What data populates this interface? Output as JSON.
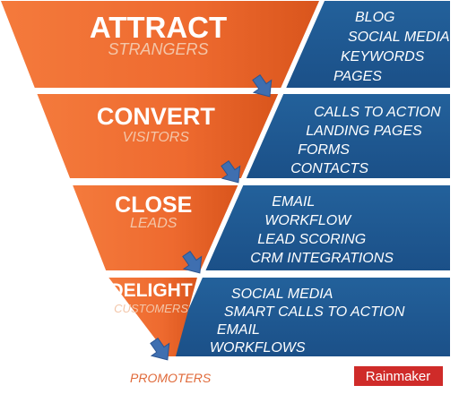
{
  "colors": {
    "orange": "#ee6a2f",
    "orange_dark": "#d9551c",
    "blue": "#1f5a92",
    "blue_dark": "#184a7a",
    "arrow": "#3f6fb0",
    "brand_bg": "#cf2b29",
    "footer": "#e06a3a"
  },
  "stages": [
    {
      "title": "ATTRACT",
      "subtitle": "STRANGERS",
      "items": [
        "BLOG",
        "SOCIAL MEDIA",
        "KEYWORDS",
        "PAGES"
      ]
    },
    {
      "title": "CONVERT",
      "subtitle": "VISITORS",
      "items": [
        "CALLS TO ACTION",
        "LANDING PAGES",
        "FORMS",
        "CONTACTS"
      ]
    },
    {
      "title": "CLOSE",
      "subtitle": "LEADS",
      "items": [
        "EMAIL",
        "WORKFLOW",
        "LEAD SCORING",
        "CRM INTEGRATIONS"
      ]
    },
    {
      "title": "DELIGHT",
      "subtitle": "CUSTOMERS",
      "items": [
        "SOCIAL MEDIA",
        "SMART CALLS TO ACTION",
        "EMAIL",
        "WORKFLOWS"
      ]
    }
  ],
  "footer": {
    "label": "PROMOTERS"
  },
  "brand": {
    "label": "Rainmaker"
  },
  "icons": {
    "arrow": "arrow-down-right-icon"
  }
}
